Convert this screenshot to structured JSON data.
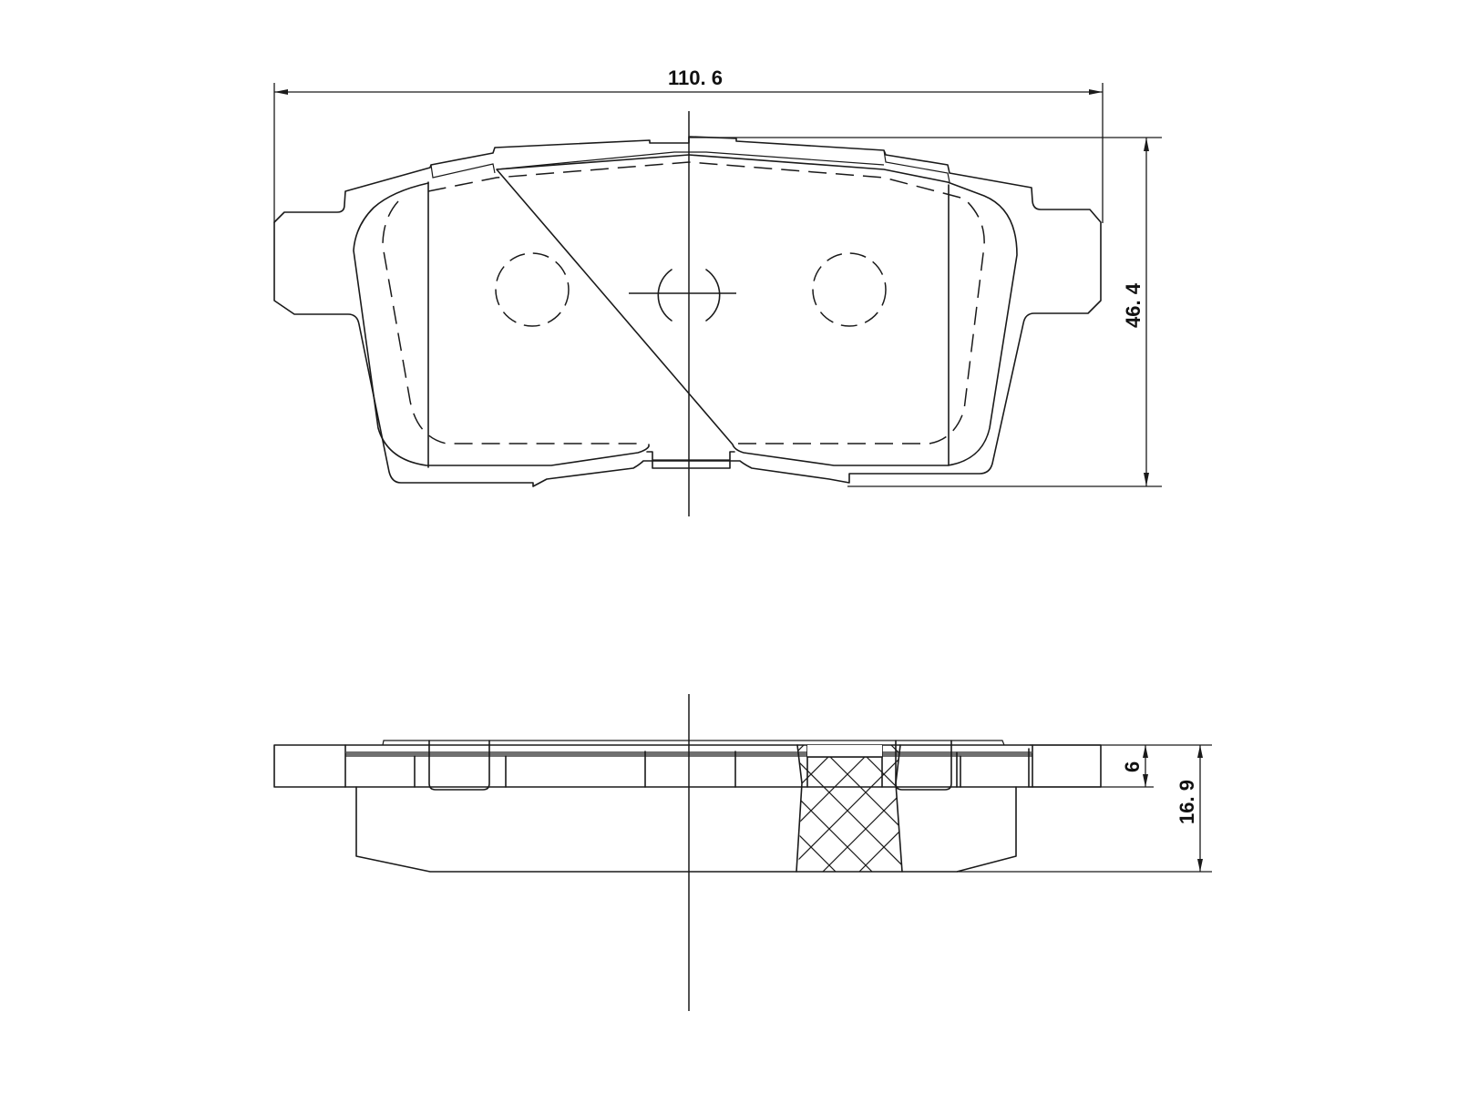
{
  "drawing": {
    "subject": "Brake pad technical drawing",
    "views": [
      "front-view",
      "side-view"
    ],
    "line_color": "#1a1a1a",
    "background": "#ffffff"
  },
  "dimensions": {
    "overall_width": "110. 6",
    "overall_height": "46. 4",
    "backing_plate_thickness": "6",
    "total_thickness": "16. 9"
  }
}
